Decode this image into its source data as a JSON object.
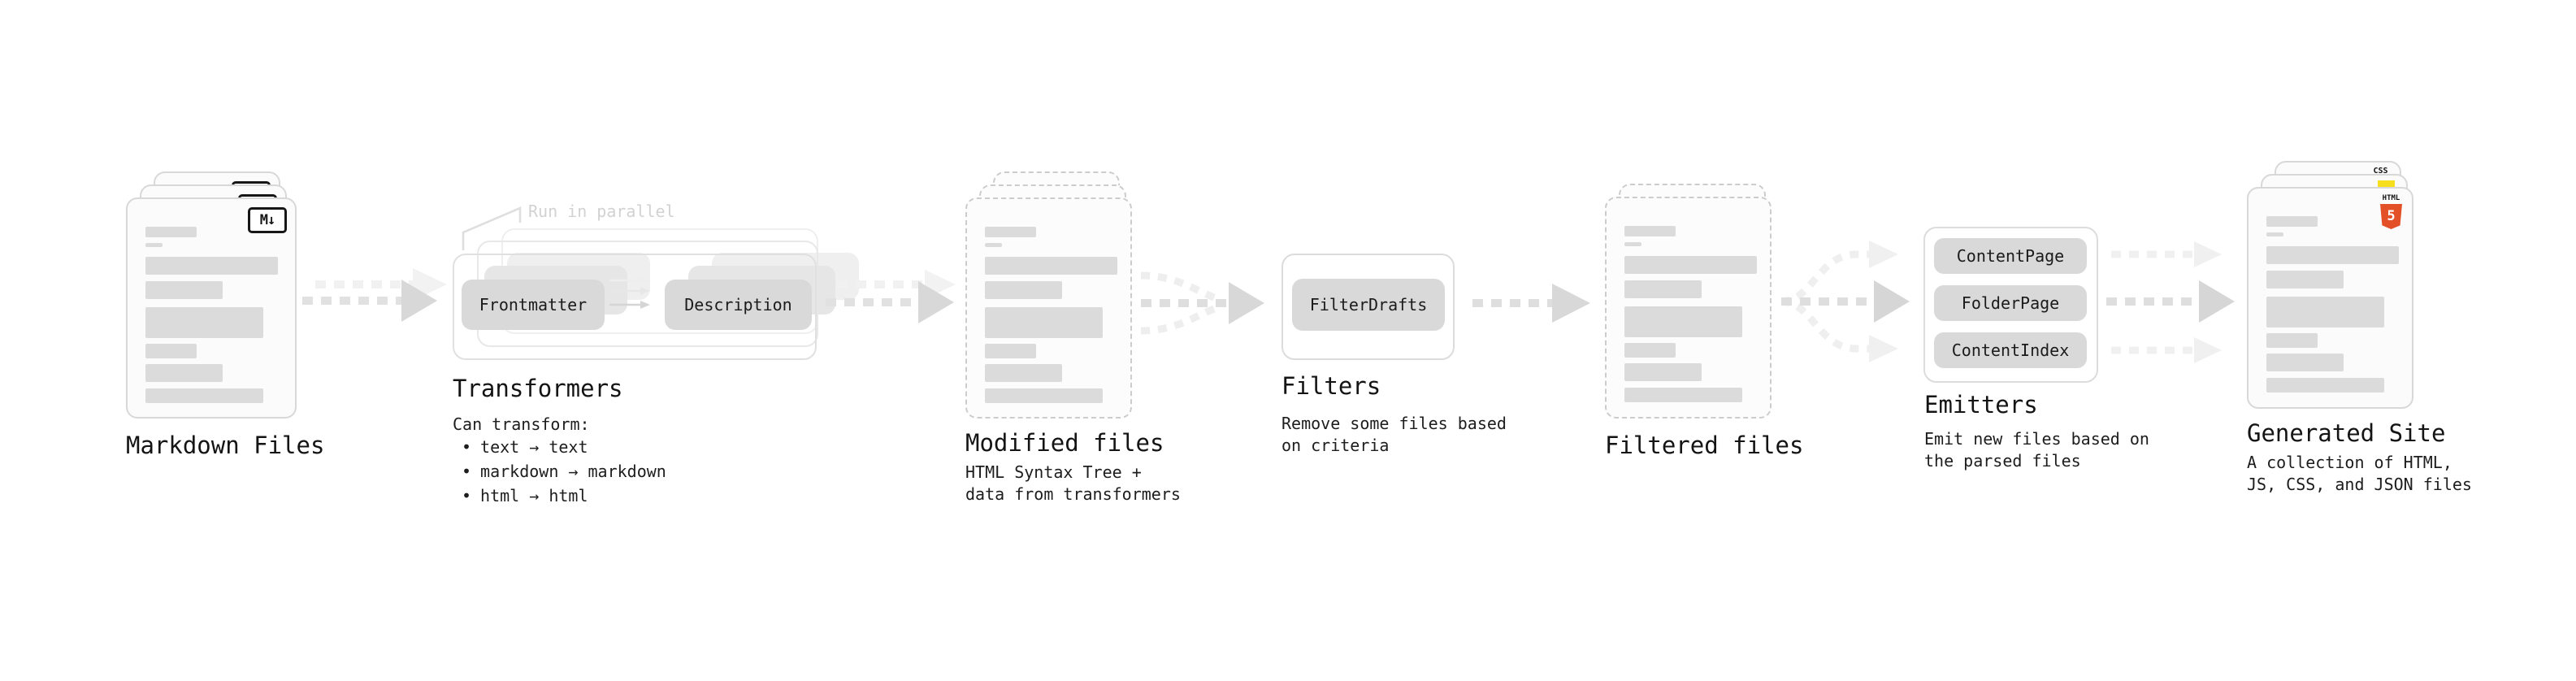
{
  "diagram": {
    "annotation_run_in_parallel": "Run in parallel",
    "bullet_char": "•"
  },
  "nodes": {
    "markdown_files": {
      "label": "Markdown Files",
      "badge": "M↓"
    },
    "transformers": {
      "label": "Transformers",
      "pill_left": "Frontmatter",
      "pill_right": "Description",
      "sub_heading": "Can transform:",
      "bullets": [
        "text → text",
        "markdown → markdown",
        "html → html"
      ]
    },
    "modified_files": {
      "label": "Modified files",
      "sub": "HTML Syntax Tree +\ndata from transformers"
    },
    "filters": {
      "label": "Filters",
      "pill": "FilterDrafts",
      "sub": "Remove some files based\non criteria"
    },
    "filtered_files": {
      "label": "Filtered files"
    },
    "emitters": {
      "label": "Emitters",
      "pills": [
        "ContentPage",
        "FolderPage",
        "ContentIndex"
      ],
      "sub": "Emit new files based on\nthe parsed files"
    },
    "generated_site": {
      "label": "Generated Site",
      "sub": "A collection of HTML,\nJS, CSS, and JSON files",
      "badge_html": "HTML",
      "badge_html_number": "5",
      "badge_css": "CSS"
    }
  },
  "colors": {
    "html5_orange": "#e34f26",
    "css_blue": "#264de4",
    "js_yellow": "#f7df1e",
    "pill_gray": "#d9d9d9",
    "card_border": "#d8d8d8",
    "annotation_gray": "#d2d2d2"
  }
}
